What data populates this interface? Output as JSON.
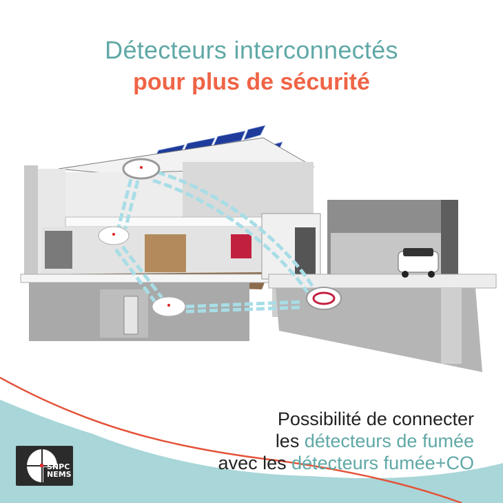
{
  "header": {
    "title_line1": "Détecteurs interconnectés",
    "title_line2": "pour plus de sécurité"
  },
  "caption": {
    "line1": "Possibilité de connecter",
    "line2_prefix": "les ",
    "line2_highlight": "détecteurs de fumée",
    "line3_prefix": "avec les ",
    "line3_highlight": "détecteurs fumée+CO"
  },
  "logo": {
    "line1": "SNPC",
    "line2": "NEMS"
  },
  "illustration": {
    "icons": [
      "house-cutaway",
      "solar-panel",
      "smoke-detector",
      "smoke-co-detector",
      "connection-arrow",
      "car"
    ]
  },
  "colors": {
    "teal": "#5fa8a6",
    "orange": "#ef6446",
    "wave": "#a9d6d8",
    "arrow": "#a8dde6"
  }
}
